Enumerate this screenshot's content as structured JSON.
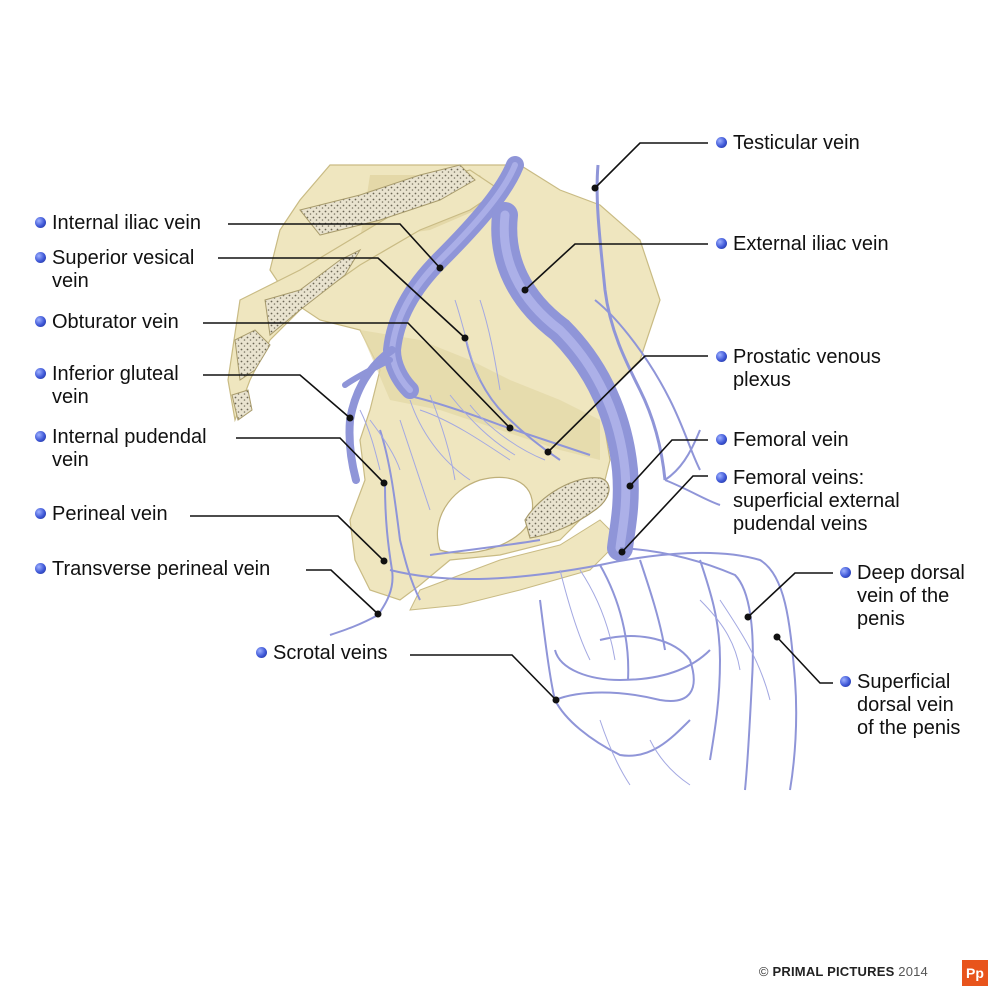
{
  "labels": {
    "testicular_vein": "Testicular vein",
    "internal_iliac_vein": "Internal iliac vein",
    "external_iliac_vein": "External iliac vein",
    "superior_vesical_vein_1": "Superior vesical",
    "superior_vesical_vein_2": "vein",
    "obturator_vein": "Obturator vein",
    "prostatic_venous_plexus_1": "Prostatic venous",
    "prostatic_venous_plexus_2": "plexus",
    "inferior_gluteal_vein_1": "Inferior gluteal",
    "inferior_gluteal_vein_2": "vein",
    "femoral_vein": "Femoral vein",
    "internal_pudendal_vein_1": "Internal pudendal",
    "internal_pudendal_vein_2": "vein",
    "femoral_veins_1": "Femoral veins:",
    "femoral_veins_2": "superficial external",
    "femoral_veins_3": "pudendal veins",
    "perineal_vein": "Perineal vein",
    "transverse_perineal_vein": "Transverse perineal vein",
    "deep_dorsal_vein_1": "Deep dorsal",
    "deep_dorsal_vein_2": "vein of the",
    "deep_dorsal_vein_3": "penis",
    "scrotal_veins": "Scrotal veins",
    "superficial_dorsal_vein_1": "Superficial",
    "superficial_dorsal_vein_2": "dorsal vein",
    "superficial_dorsal_vein_3": "of the penis"
  },
  "footer": {
    "copyright_symbol": "©",
    "company": "PRIMAL PICTURES",
    "year": "2014",
    "logo_text": "Pp"
  },
  "colors": {
    "bone": "#efe6bf",
    "bone_shadow": "#d8cb95",
    "vein": "#8f95d8",
    "vein_dark": "#6a70b8",
    "leader": "#111111",
    "bullet": "#3d56d6",
    "logo": "#e8541c"
  }
}
